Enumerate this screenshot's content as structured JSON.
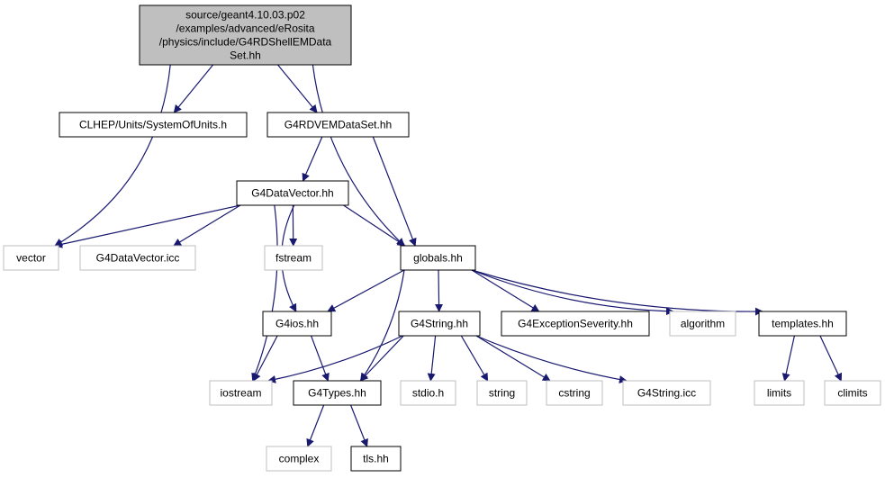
{
  "colors": {
    "edge": "#191970",
    "root_fill": "#bfbfbf",
    "local_border": "#000000",
    "system_border": "#bfbfbf"
  },
  "nodes": [
    {
      "id": "root",
      "kind": "root",
      "lines": [
        "source/geant4.10.03.p02",
        "/examples/advanced/eRosita",
        "/physics/include/G4RDShellEMData",
        "Set.hh"
      ]
    },
    {
      "id": "clhep",
      "kind": "local",
      "lines": [
        "CLHEP/Units/SystemOfUnits.h"
      ]
    },
    {
      "id": "vemds",
      "kind": "local",
      "lines": [
        "G4RDVEMDataSet.hh"
      ]
    },
    {
      "id": "datavector",
      "kind": "local",
      "lines": [
        "G4DataVector.hh"
      ]
    },
    {
      "id": "vector",
      "kind": "system",
      "lines": [
        "vector"
      ]
    },
    {
      "id": "datavectoricc",
      "kind": "system",
      "lines": [
        "G4DataVector.icc"
      ]
    },
    {
      "id": "fstream",
      "kind": "system",
      "lines": [
        "fstream"
      ]
    },
    {
      "id": "globals",
      "kind": "local",
      "lines": [
        "globals.hh"
      ]
    },
    {
      "id": "g4ios",
      "kind": "local",
      "lines": [
        "G4ios.hh"
      ]
    },
    {
      "id": "g4string",
      "kind": "local",
      "lines": [
        "G4String.hh"
      ]
    },
    {
      "id": "exception",
      "kind": "local",
      "lines": [
        "G4ExceptionSeverity.hh"
      ]
    },
    {
      "id": "algorithm",
      "kind": "system",
      "lines": [
        "algorithm"
      ]
    },
    {
      "id": "templates",
      "kind": "local",
      "lines": [
        "templates.hh"
      ]
    },
    {
      "id": "iostream",
      "kind": "system",
      "lines": [
        "iostream"
      ]
    },
    {
      "id": "g4types",
      "kind": "local",
      "lines": [
        "G4Types.hh"
      ]
    },
    {
      "id": "stdio",
      "kind": "system",
      "lines": [
        "stdio.h"
      ]
    },
    {
      "id": "string",
      "kind": "system",
      "lines": [
        "string"
      ]
    },
    {
      "id": "cstring",
      "kind": "system",
      "lines": [
        "cstring"
      ]
    },
    {
      "id": "g4stringicc",
      "kind": "system",
      "lines": [
        "G4String.icc"
      ]
    },
    {
      "id": "limits",
      "kind": "system",
      "lines": [
        "limits"
      ]
    },
    {
      "id": "climits",
      "kind": "system",
      "lines": [
        "climits"
      ]
    },
    {
      "id": "complex",
      "kind": "system",
      "lines": [
        "complex"
      ]
    },
    {
      "id": "tls",
      "kind": "local",
      "lines": [
        "tls.hh"
      ]
    }
  ],
  "edges": [
    [
      "root",
      "vector"
    ],
    [
      "root",
      "clhep"
    ],
    [
      "root",
      "vemds"
    ],
    [
      "root",
      "globals"
    ],
    [
      "vemds",
      "datavector"
    ],
    [
      "vemds",
      "globals"
    ],
    [
      "datavector",
      "vector"
    ],
    [
      "datavector",
      "datavectoricc"
    ],
    [
      "datavector",
      "fstream"
    ],
    [
      "datavector",
      "globals"
    ],
    [
      "datavector",
      "g4ios"
    ],
    [
      "datavector",
      "iostream"
    ],
    [
      "globals",
      "g4ios"
    ],
    [
      "globals",
      "g4string"
    ],
    [
      "globals",
      "exception"
    ],
    [
      "globals",
      "algorithm"
    ],
    [
      "globals",
      "templates"
    ],
    [
      "globals",
      "g4types"
    ],
    [
      "g4ios",
      "iostream"
    ],
    [
      "g4ios",
      "g4types"
    ],
    [
      "g4string",
      "iostream"
    ],
    [
      "g4string",
      "g4types"
    ],
    [
      "g4string",
      "stdio"
    ],
    [
      "g4string",
      "string"
    ],
    [
      "g4string",
      "cstring"
    ],
    [
      "g4string",
      "g4stringicc"
    ],
    [
      "templates",
      "limits"
    ],
    [
      "templates",
      "climits"
    ],
    [
      "g4types",
      "complex"
    ],
    [
      "g4types",
      "tls"
    ]
  ]
}
